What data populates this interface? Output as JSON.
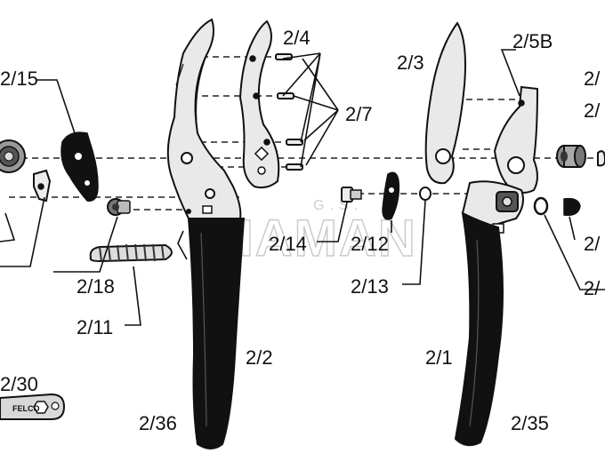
{
  "diagram": {
    "watermark": {
      "brand": "SIAMAN",
      "small": "G.S."
    },
    "engraving": "FELCO",
    "labels": {
      "p2_15": "2/15",
      "p2_4": "2/4",
      "p2_7": "2/7",
      "p2_3": "2/3",
      "p2_5B": "2/5B",
      "p2_edge_top": "2/",
      "p2_edge_mid": "2/",
      "p2_18": "2/18",
      "p2_11": "2/11",
      "p2_14": "2/14",
      "p2_12": "2/12",
      "p2_13": "2/13",
      "p2_edge_low": "2/",
      "p2_edge_bottom": "2/",
      "p2_2": "2/2",
      "p2_1": "2/1",
      "p2_30": "2/30",
      "p2_36": "2/36",
      "p2_35": "2/35"
    }
  }
}
